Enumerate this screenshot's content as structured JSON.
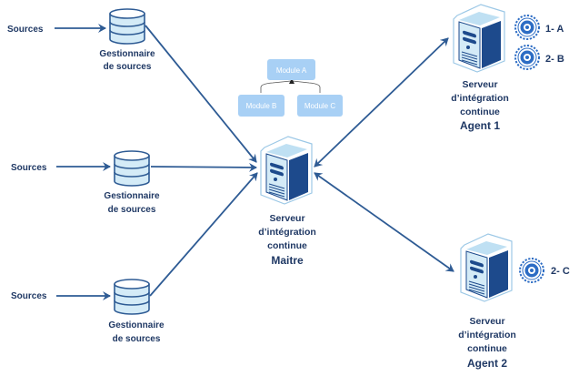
{
  "colors": {
    "arrow": "#2e5b94",
    "label": "#1f3864",
    "server_dark": "#1d4a8c",
    "server_light": "#d4ebf7",
    "module_fill": "#a8d0f5",
    "module_text": "#ffffff",
    "gear": "#2c6cc4"
  },
  "sources": [
    {
      "label": "Sources",
      "repo": [
        "Gestionnaire",
        "de sources"
      ]
    },
    {
      "label": "Sources",
      "repo": [
        "Gestionnaire",
        "de sources"
      ]
    },
    {
      "label": "Sources",
      "repo": [
        "Gestionnaire",
        "de sources"
      ]
    }
  ],
  "modules": {
    "top": "Module A",
    "left": "Module B",
    "right": "Module C"
  },
  "master": {
    "lines": [
      "Serveur",
      "d’intégration",
      "continue",
      "Maitre"
    ]
  },
  "agents": [
    {
      "lines": [
        "Serveur",
        "d’intégration",
        "continue",
        "Agent 1"
      ],
      "jobs": [
        "1- A",
        "2- B"
      ]
    },
    {
      "lines": [
        "Serveur",
        "d’intégration",
        "continue",
        "Agent 2"
      ],
      "jobs": [
        "2- C"
      ]
    }
  ]
}
